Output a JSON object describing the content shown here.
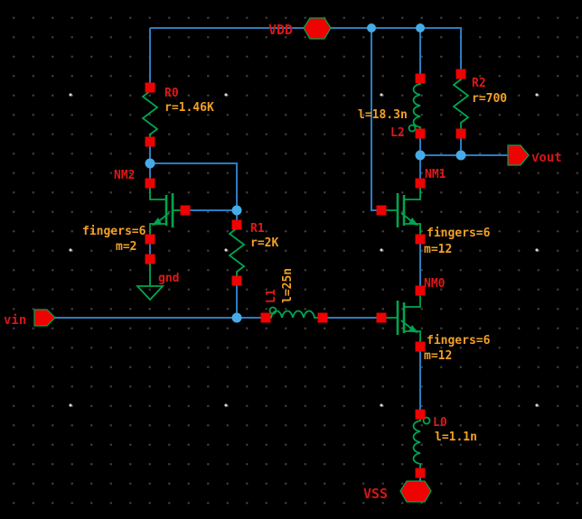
{
  "ports": {
    "vdd": "VDD",
    "vss": "VSS",
    "vin": "vin",
    "vout": "vout",
    "gnd": "gnd"
  },
  "components": {
    "R0": {
      "name": "R0",
      "value": "r=1.46K"
    },
    "R1": {
      "name": "R1",
      "value": "r=2K"
    },
    "R2": {
      "name": "R2",
      "value": "r=700"
    },
    "L0": {
      "name": "L0",
      "value": "l=1.1n"
    },
    "L1": {
      "name": "L1",
      "value": "l=25n"
    },
    "L2": {
      "name": "L2",
      "value": "l=18.3n"
    },
    "NM0": {
      "name": "NM0",
      "fingers": "fingers=6",
      "mult": "m=12"
    },
    "NM1": {
      "name": "NM1",
      "fingers": "fingers=6",
      "mult": "m=12"
    },
    "NM2": {
      "name": "NM2",
      "fingers": "fingers=6",
      "mult": "m=2"
    }
  },
  "colors": {
    "background": "#000000",
    "wire": "#2b7cc0",
    "solder_dot": "#45ace8",
    "device": "#00a550",
    "pin": "#ee0202",
    "instance_label": "#e01818",
    "value_label": "#f2a025",
    "port_label": "#d81414"
  }
}
